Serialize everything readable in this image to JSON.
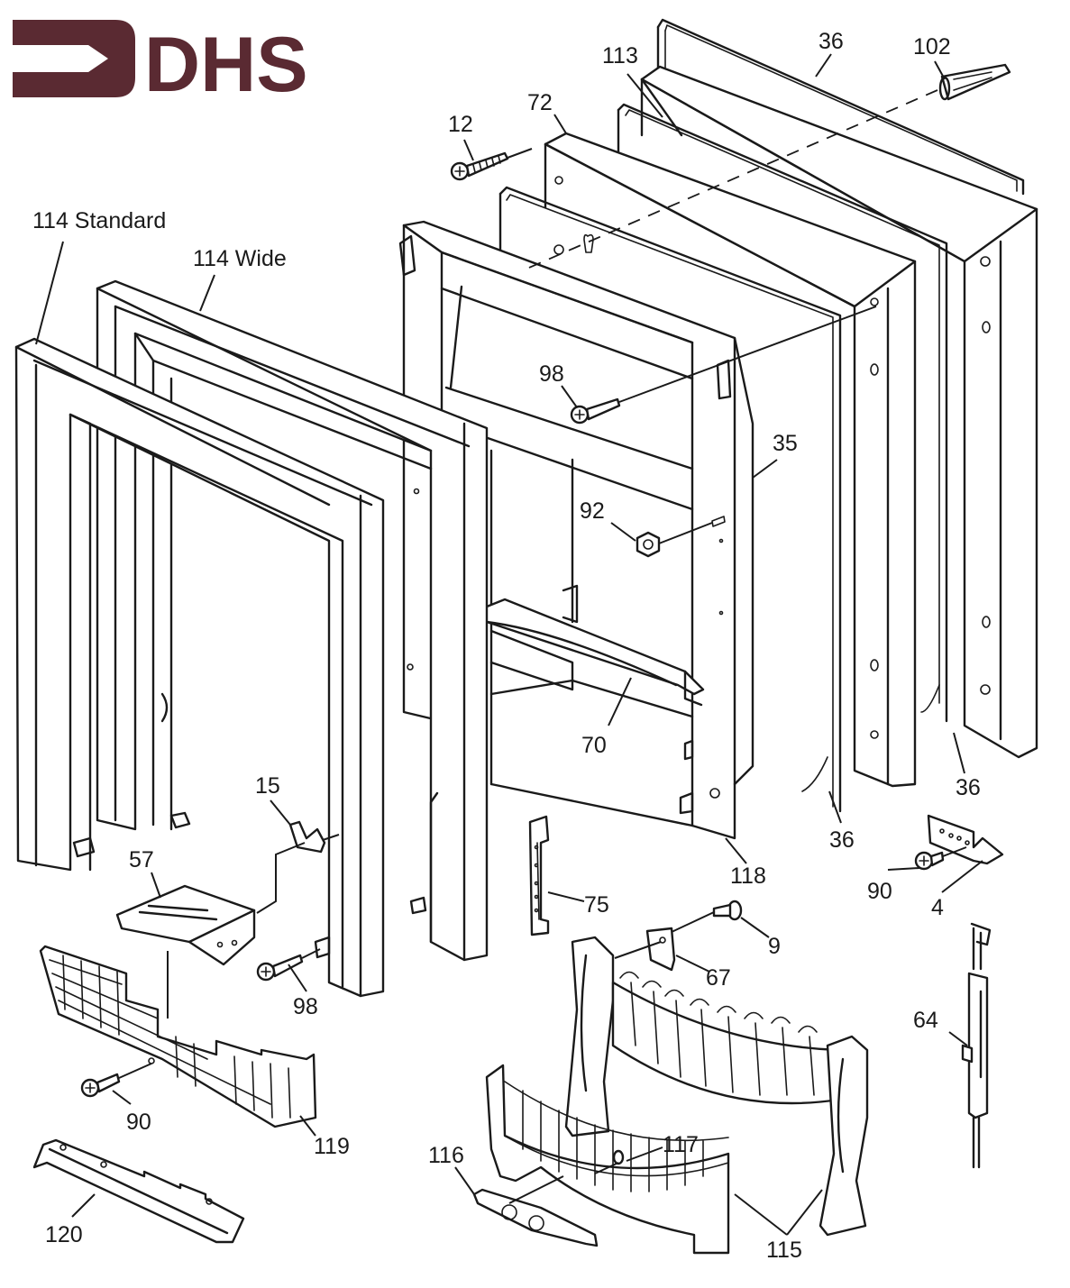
{
  "logo": {
    "text": "DHS",
    "icon": "arrow-right-icon",
    "color": "#5a2a32"
  },
  "diagram": {
    "type": "exploded parts diagram",
    "subject": "fireplace insert assembly"
  },
  "callouts": [
    {
      "id": "c-114-standard",
      "label": "114 Standard",
      "part": "114"
    },
    {
      "id": "c-114-wide",
      "label": "114 Wide",
      "part": "114"
    },
    {
      "id": "c-12",
      "label": "12",
      "part": "12"
    },
    {
      "id": "c-72",
      "label": "72",
      "part": "72"
    },
    {
      "id": "c-113",
      "label": "113",
      "part": "113"
    },
    {
      "id": "c-36-top",
      "label": "36",
      "part": "36"
    },
    {
      "id": "c-102",
      "label": "102",
      "part": "102"
    },
    {
      "id": "c-98-upper",
      "label": "98",
      "part": "98"
    },
    {
      "id": "c-35",
      "label": "35",
      "part": "35"
    },
    {
      "id": "c-92",
      "label": "92",
      "part": "92"
    },
    {
      "id": "c-70",
      "label": "70",
      "part": "70"
    },
    {
      "id": "c-36-right",
      "label": "36",
      "part": "36"
    },
    {
      "id": "c-36-mid",
      "label": "36",
      "part": "36"
    },
    {
      "id": "c-118",
      "label": "118",
      "part": "118"
    },
    {
      "id": "c-15",
      "label": "15",
      "part": "15"
    },
    {
      "id": "c-57",
      "label": "57",
      "part": "57"
    },
    {
      "id": "c-98-lower",
      "label": "98",
      "part": "98"
    },
    {
      "id": "c-75",
      "label": "75",
      "part": "75"
    },
    {
      "id": "c-90-right",
      "label": "90",
      "part": "90"
    },
    {
      "id": "c-4",
      "label": "4",
      "part": "4"
    },
    {
      "id": "c-9",
      "label": "9",
      "part": "9"
    },
    {
      "id": "c-67",
      "label": "67",
      "part": "67"
    },
    {
      "id": "c-64",
      "label": "64",
      "part": "64"
    },
    {
      "id": "c-90-left",
      "label": "90",
      "part": "90"
    },
    {
      "id": "c-119",
      "label": "119",
      "part": "119"
    },
    {
      "id": "c-116",
      "label": "116",
      "part": "116"
    },
    {
      "id": "c-117",
      "label": "117",
      "part": "117"
    },
    {
      "id": "c-115",
      "label": "115",
      "part": "115"
    },
    {
      "id": "c-120",
      "label": "120",
      "part": "120"
    }
  ]
}
